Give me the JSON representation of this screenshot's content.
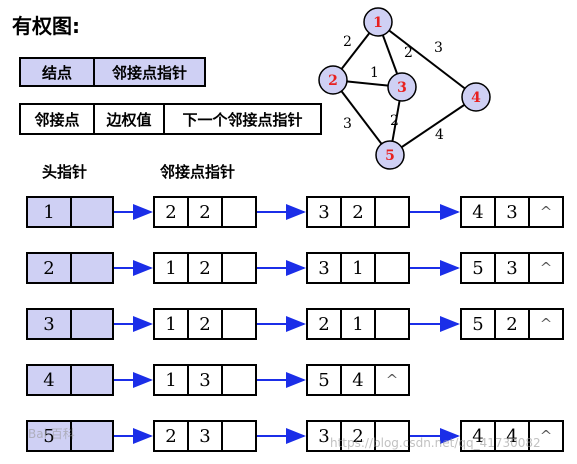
{
  "title": "有权图:",
  "legend_head": [
    "结点",
    "邻接点指针"
  ],
  "legend_node": [
    "邻接点",
    "边权值",
    "下一个邻接点指针"
  ],
  "col_head_label": "头指针",
  "col_adj_label": "邻接点指针",
  "graph": {
    "nodes": [
      "1",
      "2",
      "3",
      "4",
      "5"
    ],
    "edges": [
      {
        "from": "1",
        "to": "2",
        "w": "2"
      },
      {
        "from": "1",
        "to": "3",
        "w": "2"
      },
      {
        "from": "1",
        "to": "4",
        "w": "3"
      },
      {
        "from": "2",
        "to": "3",
        "w": "1"
      },
      {
        "from": "2",
        "to": "5",
        "w": "3"
      },
      {
        "from": "3",
        "to": "5",
        "w": "2"
      },
      {
        "from": "4",
        "to": "5",
        "w": "4"
      }
    ]
  },
  "rows": [
    {
      "head": "1",
      "nodes": [
        [
          "2",
          "2"
        ],
        [
          "3",
          "2"
        ],
        [
          "4",
          "3"
        ]
      ]
    },
    {
      "head": "2",
      "nodes": [
        [
          "1",
          "2"
        ],
        [
          "3",
          "1"
        ],
        [
          "5",
          "3"
        ]
      ]
    },
    {
      "head": "3",
      "nodes": [
        [
          "1",
          "2"
        ],
        [
          "2",
          "1"
        ],
        [
          "5",
          "2"
        ]
      ]
    },
    {
      "head": "4",
      "nodes": [
        [
          "1",
          "3"
        ],
        [
          "5",
          "4"
        ]
      ]
    },
    {
      "head": "5",
      "nodes": [
        [
          "2",
          "3"
        ],
        [
          "3",
          "2"
        ],
        [
          "4",
          "4"
        ]
      ]
    }
  ],
  "null_mark": "^",
  "watermark_left": "Bai 百科",
  "watermark_right": "https://blog.csdn.net/qq_41730082"
}
